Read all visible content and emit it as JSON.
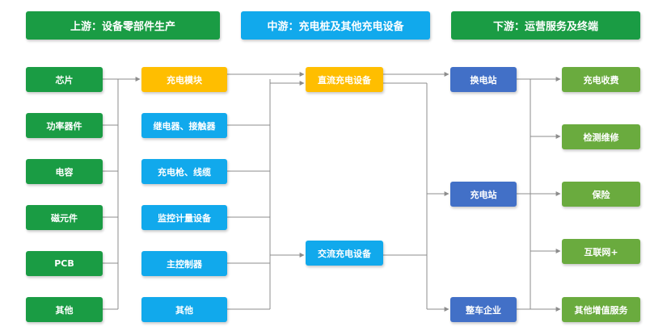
{
  "colors": {
    "green": "#1a9c44",
    "green_light": "#6aab3e",
    "blue": "#11a9ec",
    "yellow": "#ffbe00",
    "navy": "#4270c7",
    "line": "#8c8c8c"
  },
  "headers": {
    "upstream": "上游：设备零部件生产",
    "midstream": "中游：充电桩及其他充电设备",
    "downstream": "下游：运营服务及终端"
  },
  "components": [
    "芯片",
    "功率器件",
    "电容",
    "磁元件",
    "PCB",
    "其他"
  ],
  "modules": [
    "充电模块",
    "继电器、接触器",
    "充电枪、线缆",
    "监控计量设备",
    "主控制器",
    "其他"
  ],
  "equipment": [
    "直流充电设备",
    "交流充电设备"
  ],
  "operators": [
    "换电站",
    "充电站",
    "整车企业"
  ],
  "services": [
    "充电收费",
    "检测维修",
    "保险",
    "互联网+",
    "其他增值服务"
  ]
}
